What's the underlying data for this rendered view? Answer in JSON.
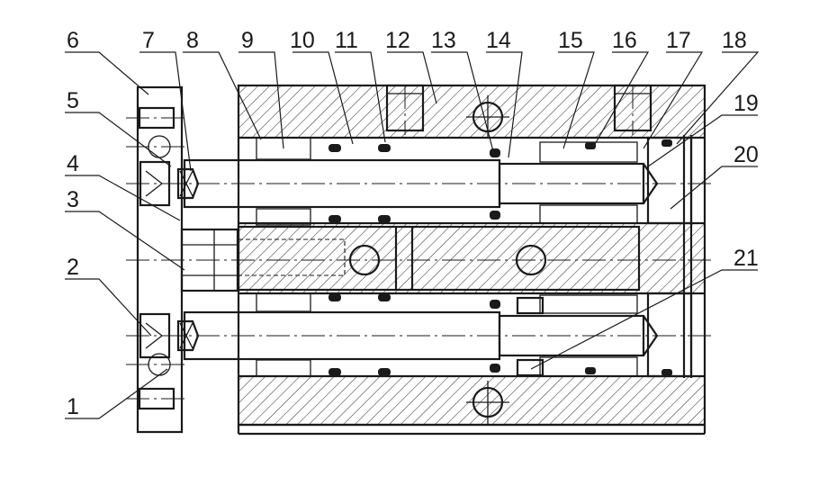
{
  "callouts": [
    {
      "label": "1"
    },
    {
      "label": "2"
    },
    {
      "label": "3"
    },
    {
      "label": "4"
    },
    {
      "label": "5"
    },
    {
      "label": "6"
    },
    {
      "label": "7"
    },
    {
      "label": "8"
    },
    {
      "label": "9"
    },
    {
      "label": "10"
    },
    {
      "label": "11"
    },
    {
      "label": "12"
    },
    {
      "label": "13"
    },
    {
      "label": "14"
    },
    {
      "label": "15"
    },
    {
      "label": "16"
    },
    {
      "label": "17"
    },
    {
      "label": "18"
    },
    {
      "label": "19"
    },
    {
      "label": "20"
    },
    {
      "label": "21"
    }
  ]
}
